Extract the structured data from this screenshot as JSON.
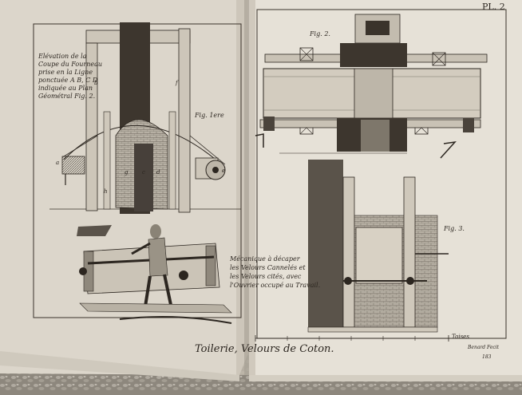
{
  "plate": {
    "number": "PL. 2",
    "title": "Toilerie, Velours de Coton.",
    "engraver": "Benard Fecit",
    "scale_label": "Toises",
    "page_number": "183"
  },
  "left_page": {
    "caption_lines": [
      "Elévation de la",
      "Coupe du Fourneau",
      "prise en la Ligne",
      "ponctuée A B, C D",
      "indiquée au Plan",
      "Géométral Fig. 2."
    ],
    "fig1_label": "Fig. 1ere",
    "letter_labels": [
      "a",
      "b",
      "c",
      "d",
      "e",
      "f",
      "g",
      "h"
    ]
  },
  "right_page": {
    "fig2_label": "Fig. 2.",
    "fig3_label": "Fig. 3.",
    "vignette_caption_lines": [
      "Mécanique à décaper",
      "les Velours Cannelés et",
      "les Velours cités, avec",
      "l'Ouvrier occupé au Travail."
    ]
  },
  "colors": {
    "paper": "#e4dfd4",
    "paper_shadow": "#cfc9bd",
    "ink": "#2c2620",
    "gravel": "#8d877d"
  }
}
